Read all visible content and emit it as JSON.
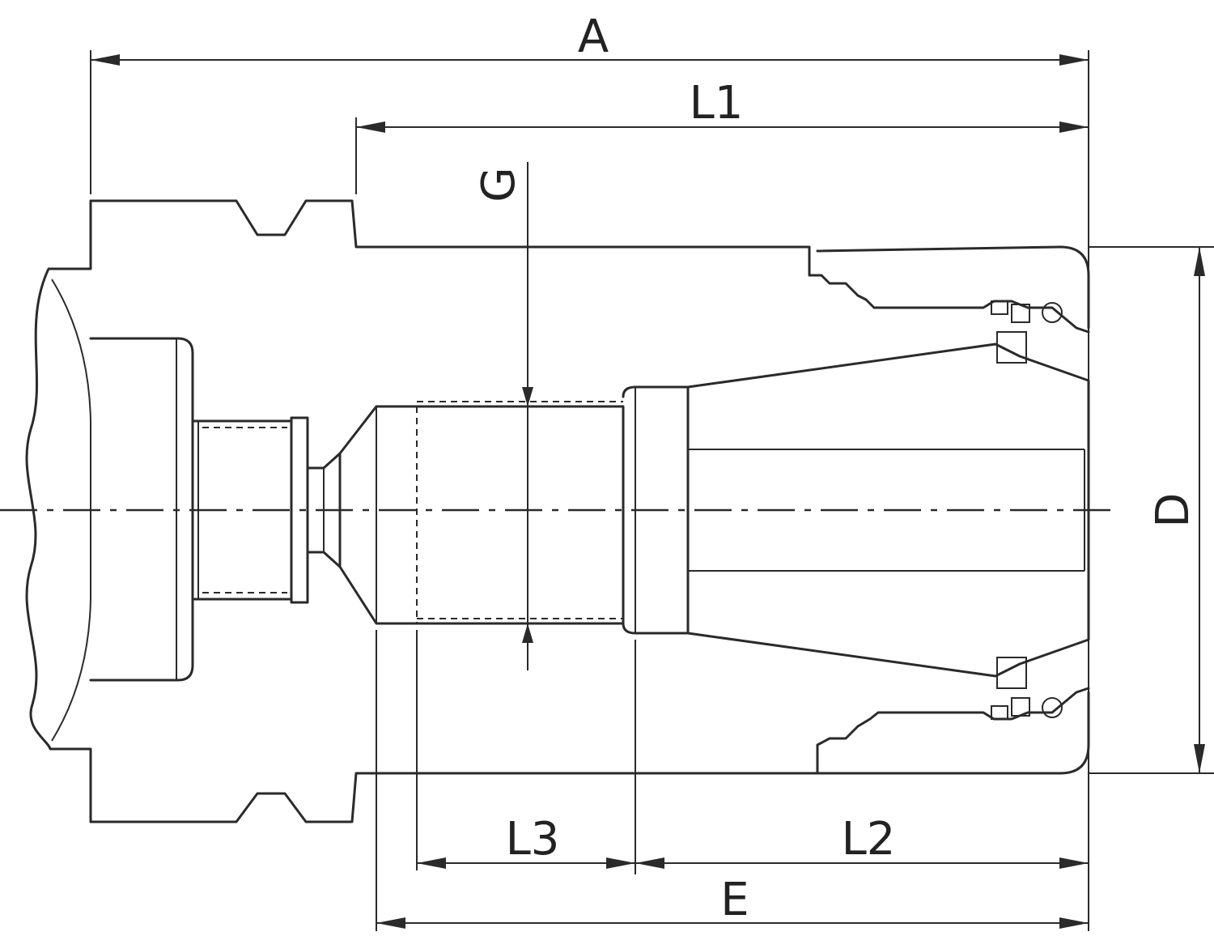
{
  "labels": {
    "A": "A",
    "L1": "L1",
    "G": "G",
    "D": "D",
    "L3": "L3",
    "L2": "L2",
    "E": "E"
  }
}
